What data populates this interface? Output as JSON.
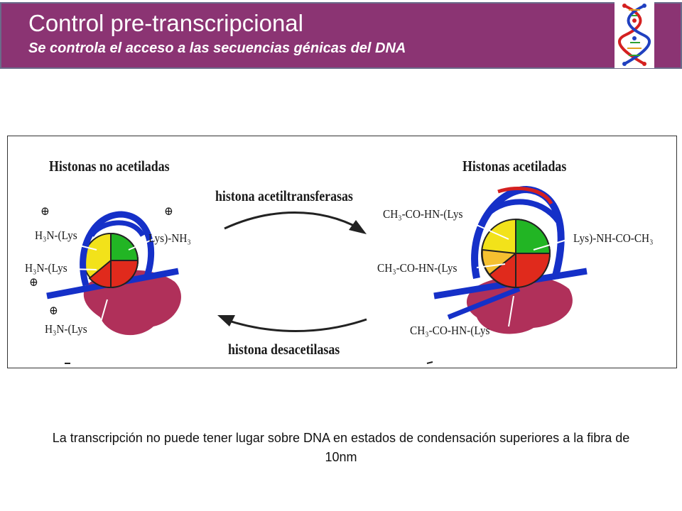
{
  "header": {
    "title": "Control pre-transcripcional",
    "subtitle": "Se controla el acceso a las secuencias génicas del DNA",
    "background_color": "#8b3473",
    "logo_icon": "dna-double-helix-icon"
  },
  "figure": {
    "left_heading": "Histonas no acetiladas",
    "right_heading": "Histonas acetiladas",
    "top_arrow_label": "histona acetiltransferasas",
    "bottom_arrow_label": "histona desacetilasas",
    "left_labels": {
      "top_left": "H₃N-(Lys",
      "top_right": "Lys)-NH₃",
      "middle_left": "H₃N-(Lys",
      "bottom_left": "H₃N-(Lys"
    },
    "right_labels": {
      "top_left": "CH₃-CO-HN-(Lys",
      "right": "Lys)-NH-CO-CH₃",
      "middle_left": "CH₃-CO-HN-(Lys",
      "bottom_left": "CH₃-CO-HN-(Lys"
    },
    "charge_symbol": "⊕",
    "colors": {
      "dna": "#1530c8",
      "yellow_histone": "#f2e21a",
      "green_histone": "#22b524",
      "red_histone": "#e02a1c",
      "linker": "#b0305a"
    }
  },
  "caption": "La transcripción no puede tener lugar sobre DNA en estados de condensación superiores a la fibra de 10nm"
}
